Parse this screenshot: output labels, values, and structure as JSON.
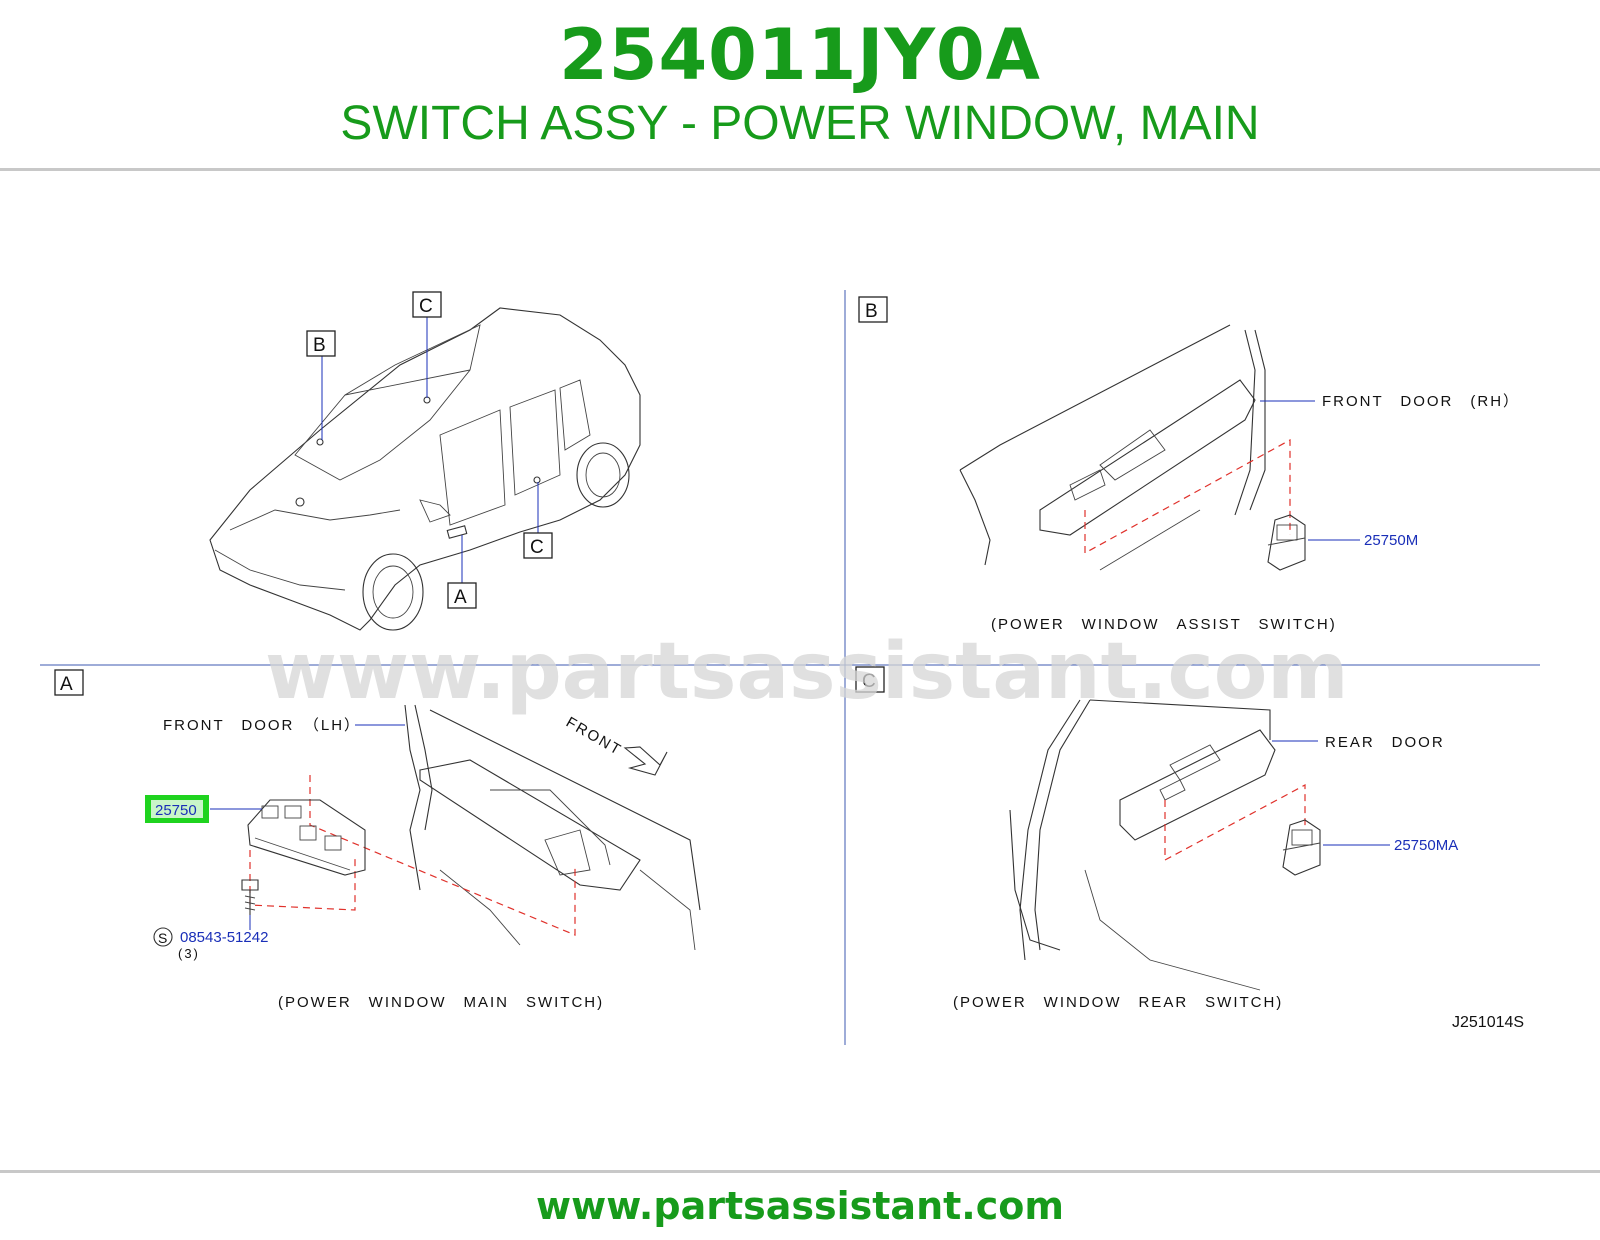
{
  "header": {
    "part_number": "254011JY0A",
    "part_description": "SWITCH ASSY - POWER WINDOW, MAIN"
  },
  "watermark": "www.partsassistant.com",
  "footer": {
    "url": "www.partsassistant.com"
  },
  "diagram": {
    "overview": {
      "callouts": [
        "B",
        "C",
        "C",
        "A"
      ]
    },
    "panel_b": {
      "marker": "B",
      "door_label": "FRONT　DOOR　(RH）",
      "part_code": "25750M",
      "caption": "(POWER　WINDOW　ASSIST　SWITCH)"
    },
    "panel_a": {
      "marker": "A",
      "door_label": "FRONT　DOOR　（LH）",
      "direction": "FRONT",
      "part_code": "25750",
      "screw_symbol": "S",
      "screw_code": "08543-51242",
      "screw_qty": "(3)",
      "caption": "(POWER　WINDOW　MAIN　SWITCH)"
    },
    "panel_c": {
      "marker": "C",
      "door_label": "REAR　DOOR",
      "part_code": "25750MA",
      "caption": "(POWER　WINDOW　REAR　SWITCH)"
    },
    "diagram_id": "J251014S"
  },
  "colors": {
    "brand_green": "#179b1b",
    "part_code_blue": "#1a2fb8",
    "highlight_green": "#1fd31f",
    "dashed_red": "#e0312b"
  }
}
